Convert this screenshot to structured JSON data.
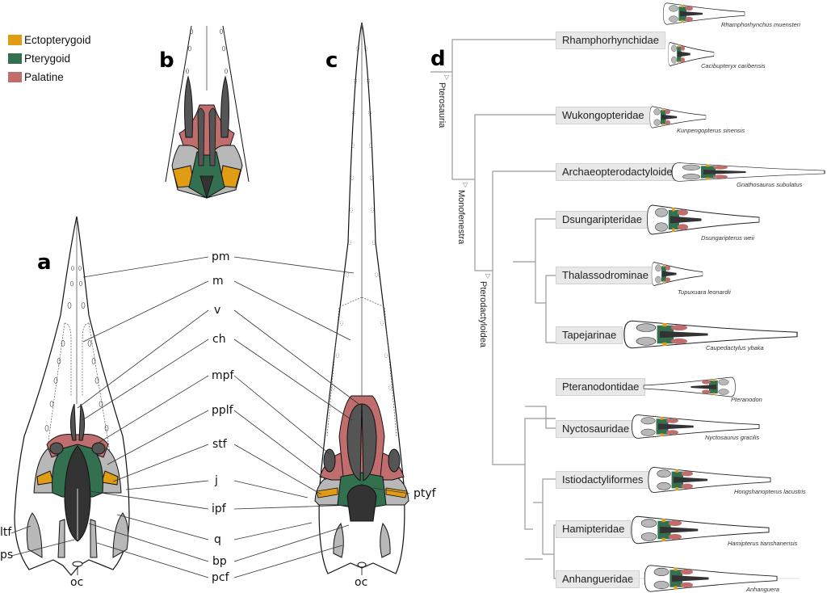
{
  "legend": {
    "items": [
      {
        "label": "Ectopterygoid",
        "color": "#e09c12"
      },
      {
        "label": "Pterygoid",
        "color": "#33704f"
      },
      {
        "label": "Palatine",
        "color": "#c06d6d"
      }
    ]
  },
  "colors": {
    "ectopterygoid": "#e09c12",
    "pterygoid": "#33704f",
    "palatine": "#c06d6d",
    "fenestra_dark": "#333333",
    "fenestra_mid": "#555555",
    "bone_grey": "#b8b8b8",
    "outline": "#111111",
    "tree_line": "#9a9a9a",
    "box_fill": "#e8e8e8"
  },
  "panels": {
    "a": "a",
    "b": "b",
    "c": "c",
    "d": "d"
  },
  "anatomy_labels": {
    "center": [
      "pm",
      "m",
      "v",
      "ch",
      "mpf",
      "pplf",
      "stf",
      "j",
      "ipf",
      "q",
      "bp",
      "pcf"
    ],
    "ltf": "ltf",
    "ps": "ps",
    "oc_a": "oc",
    "oc_c": "oc",
    "ptyf": "ptyf"
  },
  "tree": {
    "clades": [
      {
        "name": "Pterosauria"
      },
      {
        "name": "Monofenestra"
      },
      {
        "name": "Pterodactyloidea"
      }
    ],
    "taxa": [
      {
        "name": "Rhamphorhynchidae",
        "species": [
          "Rhamphorhynchus muensteri",
          "Cacibupteryx caribensis"
        ]
      },
      {
        "name": "Wukongopteridae",
        "species": [
          "Kunpengopterus sinensis"
        ]
      },
      {
        "name": "Archaeopterodactyloidea",
        "species": [
          "Gnathosaurus subulatus"
        ]
      },
      {
        "name": "Dsungaripteridae",
        "species": [
          "Dsungaripterus weii"
        ]
      },
      {
        "name": "Thalassodrominae",
        "species": [
          "Tupuxuara leonardii"
        ]
      },
      {
        "name": "Tapejarinae",
        "species": [
          "Caupedactylus ybaka"
        ]
      },
      {
        "name": "Pteranodontidae",
        "species": [
          "Pteranodon"
        ]
      },
      {
        "name": "Nyctosauridae",
        "species": [
          "Nyctosaurus gracilis"
        ]
      },
      {
        "name": "Istiodactyliformes",
        "species": [
          "Hongshanopterus lacustris"
        ]
      },
      {
        "name": "Hamipteridae",
        "species": [
          "Hamipterus tianshanensis"
        ]
      },
      {
        "name": "Anhangueridae",
        "species": [
          "Anhanguera"
        ]
      }
    ]
  }
}
